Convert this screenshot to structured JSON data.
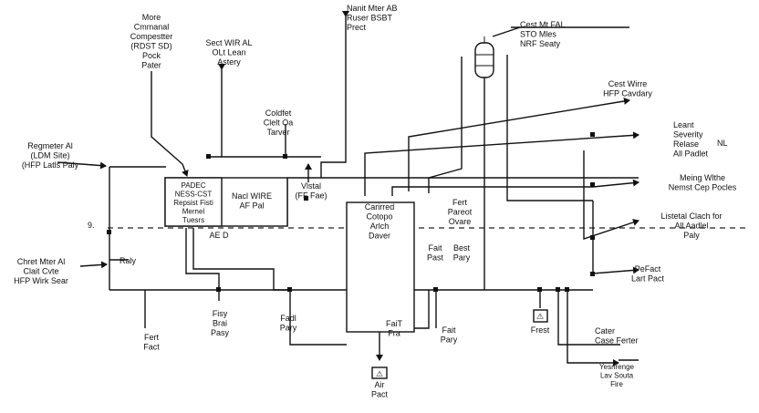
{
  "diagram": {
    "labels": {
      "more": [
        "More",
        "Cmmanal",
        "Compestter",
        "(RDST SD)",
        "Pock",
        "Pater"
      ],
      "sect_wire": [
        "Sect WIR AL",
        "OLt Lean",
        "Astery"
      ],
      "nanit_mter": [
        "Nanit Mter AB",
        "Ruser BSBT",
        "Prect"
      ],
      "cest_mt_fal": [
        "Cest Mt FAL",
        "STO Mles",
        "NRF Seaty"
      ],
      "cest_wirre": [
        "Cest Wirre",
        "HFP Cavdary"
      ],
      "coldfet": [
        "Coldfet",
        "Clelt Oa",
        "Tarver"
      ],
      "regmeter": [
        "Regmeter Al",
        "(LDM Site)",
        "(HFP Latls Paly"
      ],
      "leant": [
        "Leant",
        "Severity",
        "Relase",
        "All Padlet"
      ],
      "nl": "NL",
      "meing": [
        "Meing Wlthe",
        "Nemst Cep Pocles"
      ],
      "listetal": [
        "Listetal Clach for",
        "All Aadlel",
        "Paly"
      ],
      "num_9": "9.",
      "padec_box": [
        "PADEC",
        "NESS-CST",
        "Repsist Fisti",
        "Mernel",
        "Tuesrs"
      ],
      "nacl_wire": [
        "Nacl WIRE",
        "AF Pal"
      ],
      "ar_d": "AE D",
      "vistal": [
        "Vlstal",
        "(FF Fae)"
      ],
      "central_box": [
        "Carirred",
        "Cotopo",
        "Arlch",
        "Daver"
      ],
      "fert_pareet": [
        "Fert",
        "Pareot",
        "Ovare"
      ],
      "fait_past": [
        "Fait",
        "Past"
      ],
      "best_pary": [
        "Best",
        "Pary"
      ],
      "chret_mter": [
        "Chret Mter Al",
        "Clait Cvte",
        "HFP Wirk Sear"
      ],
      "raly": "Raly",
      "fert_fact": [
        "Fert",
        "Fact"
      ],
      "fisy": [
        "Fisy",
        "Brai",
        "Pasy"
      ],
      "fadl_pary": [
        "Fadl",
        "Pary"
      ],
      "fait_fr": [
        "FaiT",
        "Fra"
      ],
      "fait_pary": [
        "Fait",
        "Pary"
      ],
      "air_pact": [
        "Air",
        "Pact"
      ],
      "frest": "Frest",
      "pefact": [
        "PeFact",
        "Lart Pact"
      ],
      "cater": [
        "Cater",
        "Case Ferter"
      ],
      "yesnrenge": [
        "Yesnrenge",
        "Lav Souta",
        "Fire"
      ]
    }
  }
}
